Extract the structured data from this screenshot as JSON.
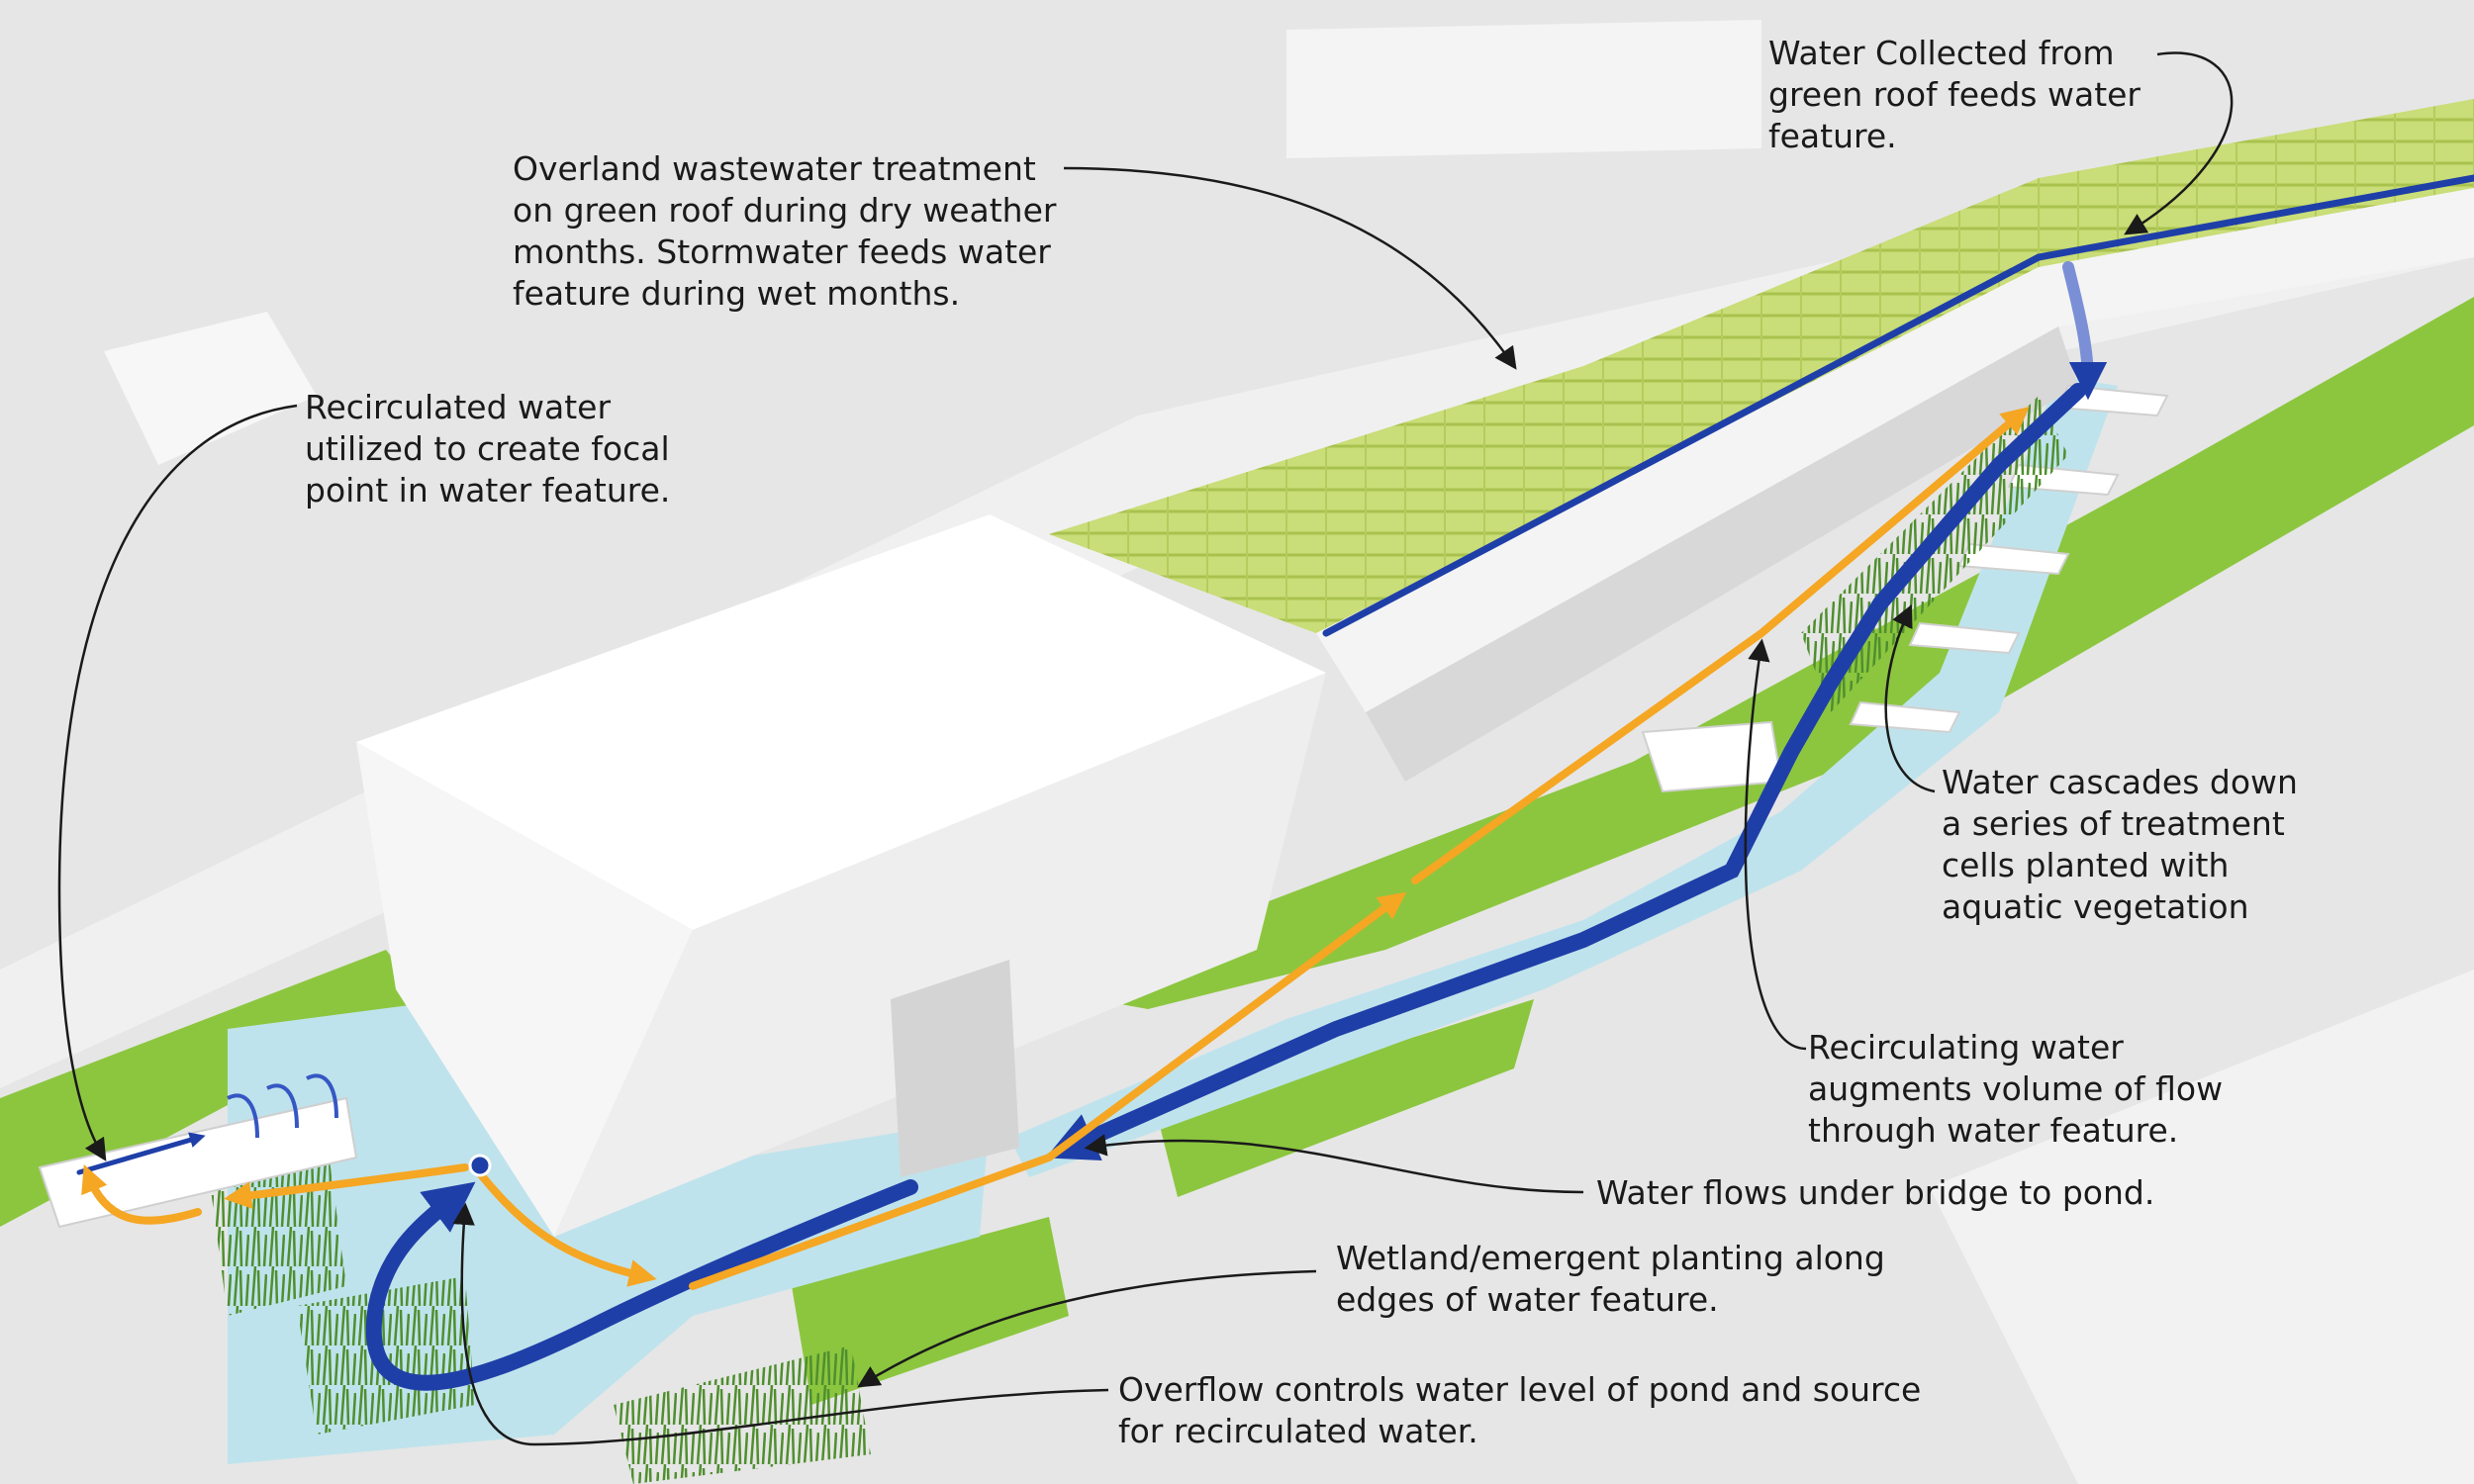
{
  "annotations": [
    {
      "id": "roof-collection",
      "lines": [
        "Water Collected from",
        "green roof feeds water",
        "feature."
      ]
    },
    {
      "id": "overland-treatment",
      "lines": [
        "Overland wastewater treatment",
        "on green roof during dry weather",
        "months. Stormwater feeds water",
        "feature during wet months."
      ]
    },
    {
      "id": "recirculated-focal",
      "lines": [
        "Recirculated water",
        "utilized to create focal",
        "point in water feature."
      ]
    },
    {
      "id": "cascades",
      "lines": [
        "Water cascades down",
        "a series of  treatment",
        "cells planted with",
        "aquatic vegetation"
      ]
    },
    {
      "id": "recirculating-volume",
      "lines": [
        "Recirculating water",
        "augments volume of flow",
        "through water feature."
      ]
    },
    {
      "id": "under-bridge",
      "lines": [
        "Water flows under bridge to pond."
      ]
    },
    {
      "id": "wetland-planting",
      "lines": [
        "Wetland/emergent planting along",
        "edges of water feature."
      ]
    },
    {
      "id": "overflow",
      "lines": [
        "Overflow controls water level of pond and source",
        "for recirculated water."
      ]
    }
  ],
  "colors": {
    "ground": "#e6e6e6",
    "building": "#ffffff",
    "green_roof": "#c7dc72",
    "lawn": "#8cc63f",
    "water": "#bfe3ec",
    "flow_blue": "#1f3fa8",
    "flow_orange": "#f5a623",
    "leader": "#1a1a1a",
    "reeds": "#5f9e3a"
  }
}
